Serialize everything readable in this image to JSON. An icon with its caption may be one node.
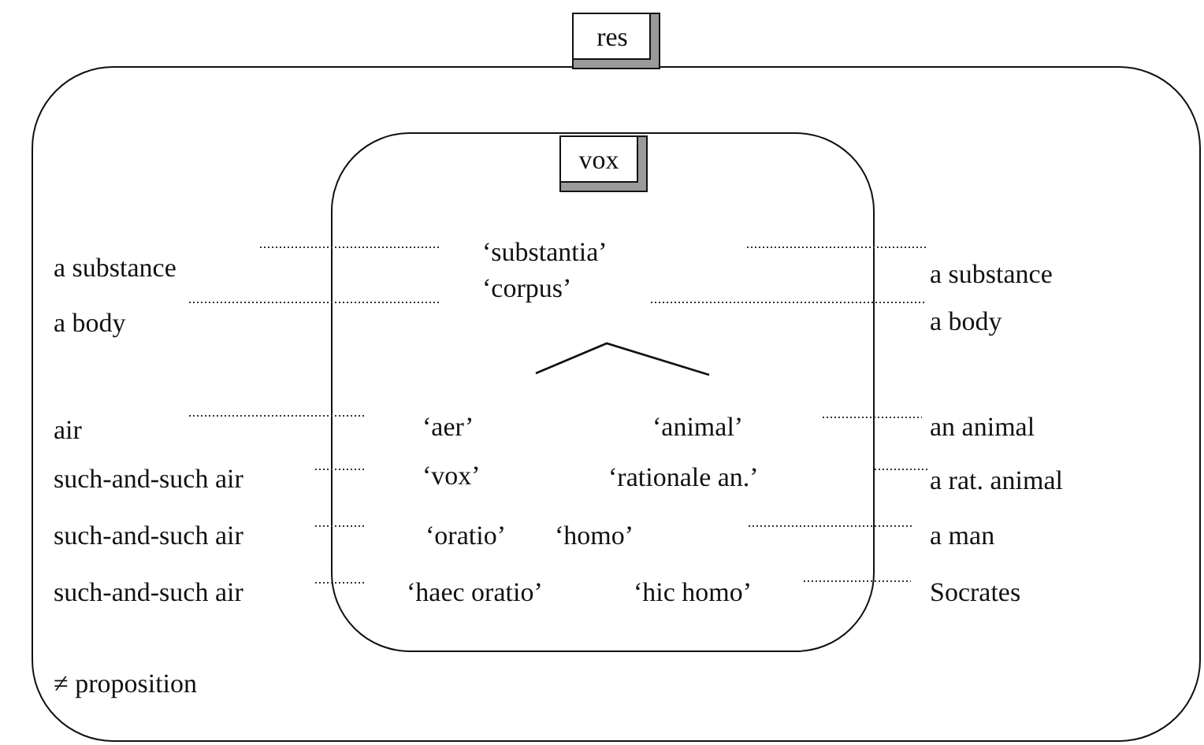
{
  "diagram": {
    "nodes": [
      {
        "text": [
          "res"
        ]
      },
      {
        "text": [
          "vox"
        ],
        "in": 0
      }
    ],
    "labels": [
      "a substance",
      "‘substantia’",
      "a substance",
      "‘corpus’",
      "a body",
      "a body",
      "air",
      "‘aer’",
      "‘animal’",
      "an animal",
      "such-and-such air",
      "‘vox’",
      "‘rationale an.’",
      "a rat. animal",
      "such-and-such air",
      "‘oratio’",
      "‘homo’",
      "a man",
      "such-and-such air",
      "‘haec oratio’",
      "‘hic homo’",
      "Socrates",
      "≠ proposition"
    ]
  }
}
